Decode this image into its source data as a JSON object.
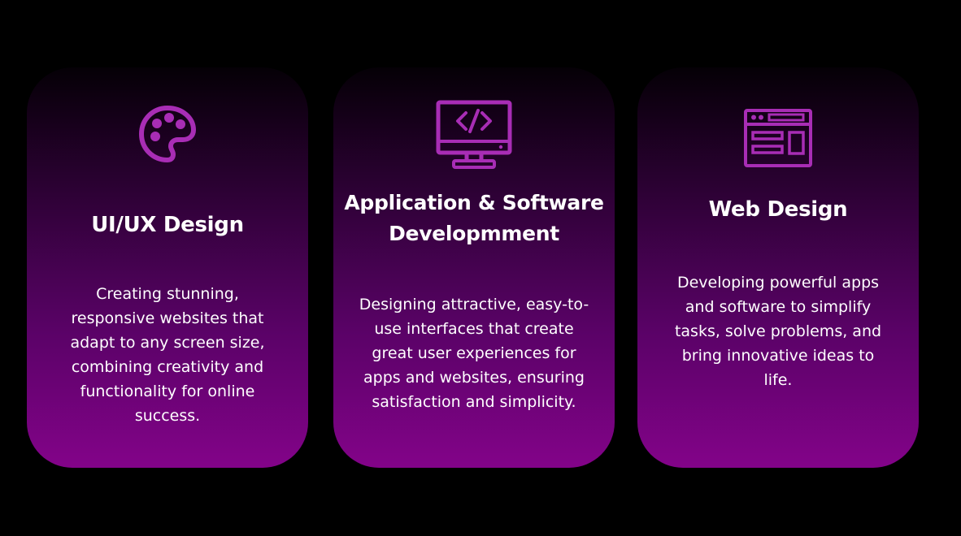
{
  "colors": {
    "background": "#000000",
    "card_top": "#050006",
    "card_bottom": "#830389",
    "icon": "#a82db5",
    "text": "#ffffff"
  },
  "cards": [
    {
      "icon": "palette-icon",
      "title": "UI/UX Design",
      "description": "Creating stunning, responsive websites that adapt to any screen size, combining creativity and functionality for online success."
    },
    {
      "icon": "monitor-code-icon",
      "title": "Application & Software Developmment",
      "description": "Designing attractive, easy-to-use interfaces that create great user experiences for apps and websites, ensuring satisfaction and simplicity."
    },
    {
      "icon": "web-layout-icon",
      "title": "Web Design",
      "description": "Developing powerful apps and software to simplify tasks, solve problems, and bring innovative ideas to life."
    }
  ]
}
